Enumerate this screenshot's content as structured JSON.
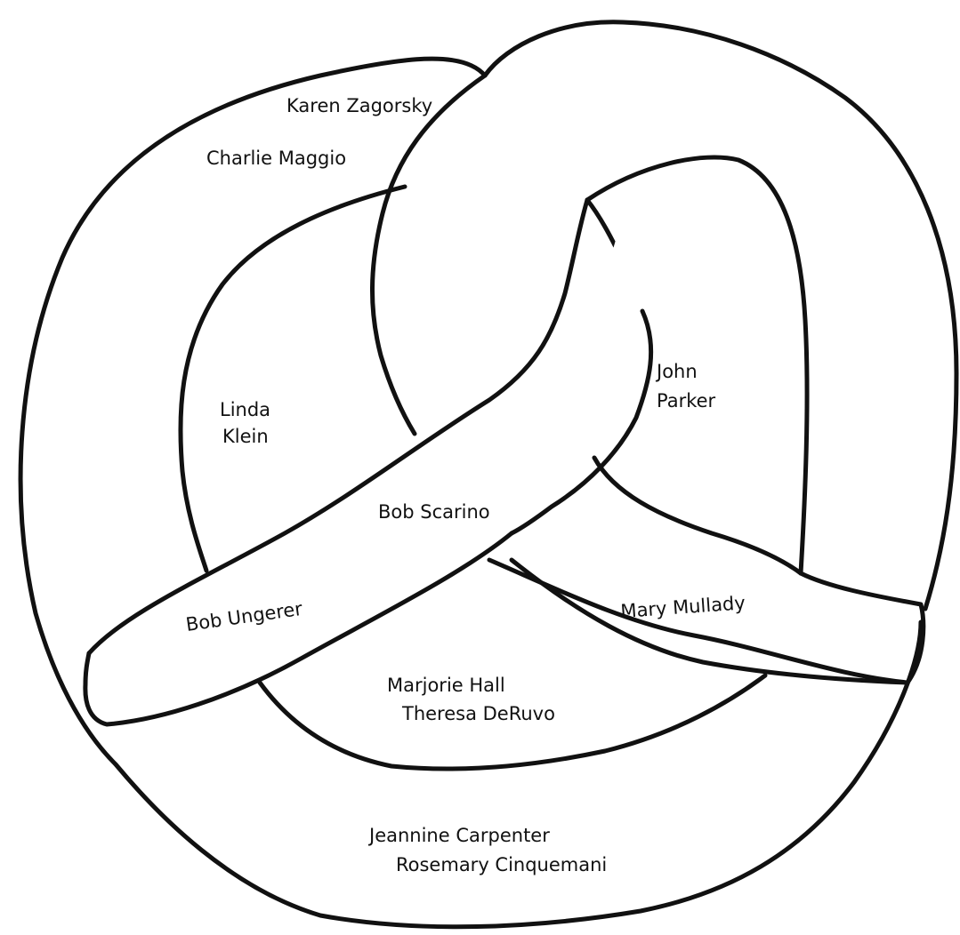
{
  "diagram": {
    "labels": {
      "karen": "Karen Zagorsky",
      "charlie": "Charlie Maggio",
      "linda_1": "Linda",
      "linda_2": "Klein",
      "john_1": "John",
      "john_2": "Parker",
      "bob_scarino": "Bob Scarino",
      "bob_ungerer": "Bob Ungerer",
      "mary": "Mary Mullady",
      "marjorie": "Marjorie Hall",
      "theresa": "Theresa DeRuvo",
      "jeannine": "Jeannine Carpenter",
      "rosemary": "Rosemary Cinquemani"
    }
  }
}
